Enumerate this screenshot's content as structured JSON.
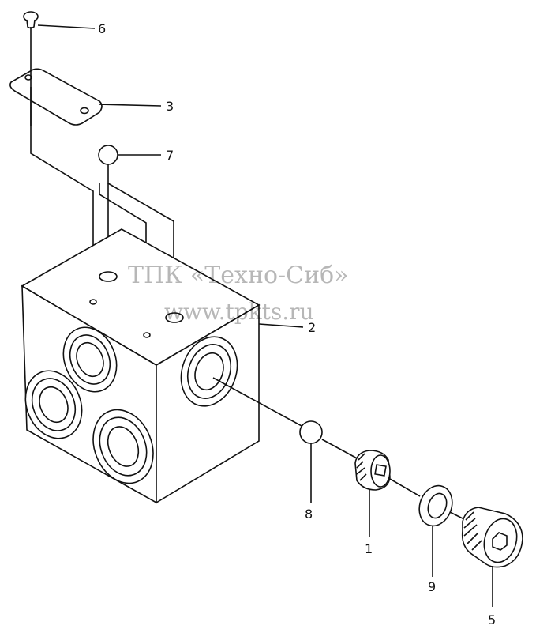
{
  "watermark": {
    "line1": "ТПК «Техно-Сиб»",
    "line2": "www.tpkts.ru"
  },
  "callouts": {
    "c1": "1",
    "c2": "2",
    "c3": "3",
    "c5": "5",
    "c6": "6",
    "c7": "7",
    "c8": "8",
    "c9": "9"
  }
}
